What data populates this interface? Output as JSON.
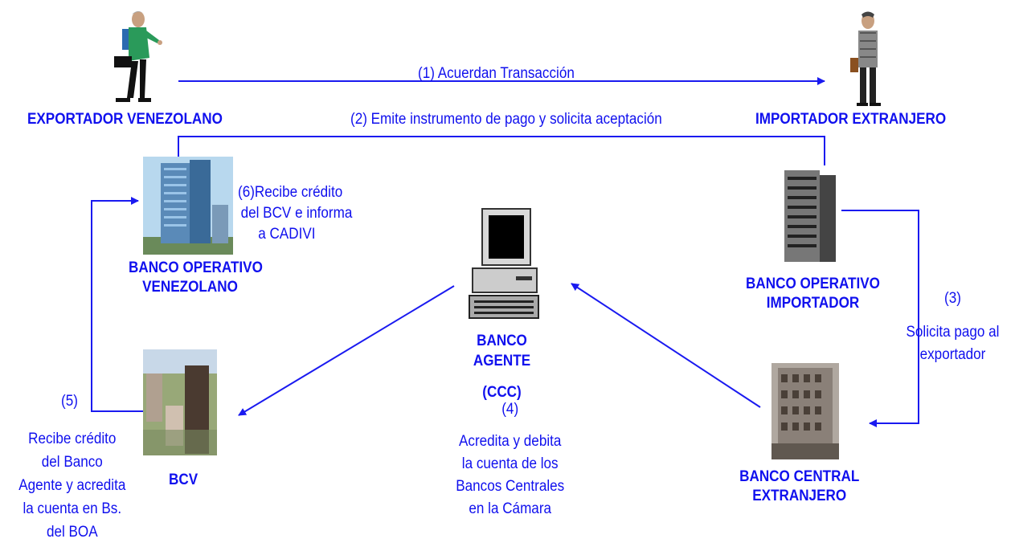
{
  "parties": {
    "exporter": "EXPORTADOR  VENEZOLANO",
    "importer": "IMPORTADOR EXTRANJERO"
  },
  "banks": {
    "operativo_venezolano": [
      "BANCO OPERATIVO",
      "VENEZOLANO"
    ],
    "operativo_importador": [
      "BANCO OPERATIVO",
      "IMPORTADOR"
    ],
    "bcv": "BCV",
    "agente": [
      "BANCO",
      "AGENTE",
      "(CCC)"
    ],
    "central_extranjero": [
      "BANCO CENTRAL",
      "EXTRANJERO"
    ]
  },
  "steps": {
    "s1": "(1) Acuerdan Transacción",
    "s2": "(2) Emite instrumento  de pago y solicita aceptación",
    "s3_num": "(3)",
    "s3_text": [
      "Solicita pago al",
      "exportador"
    ],
    "s4_num": "(4)",
    "s4_text": [
      "Acredita y debita",
      "la cuenta de los",
      "Bancos Centrales",
      "en la Cámara"
    ],
    "s5_num": "(5)",
    "s5_text": [
      "Recibe crédito",
      "del Banco",
      "Agente y acredita",
      "la cuenta en Bs.",
      "del BOA"
    ],
    "s6_text": [
      "(6)Recibe crédito",
      "del BCV e informa",
      "a CADIVI"
    ]
  },
  "colors": {
    "text": "#1010ee",
    "arrow": "#1a1af0"
  }
}
